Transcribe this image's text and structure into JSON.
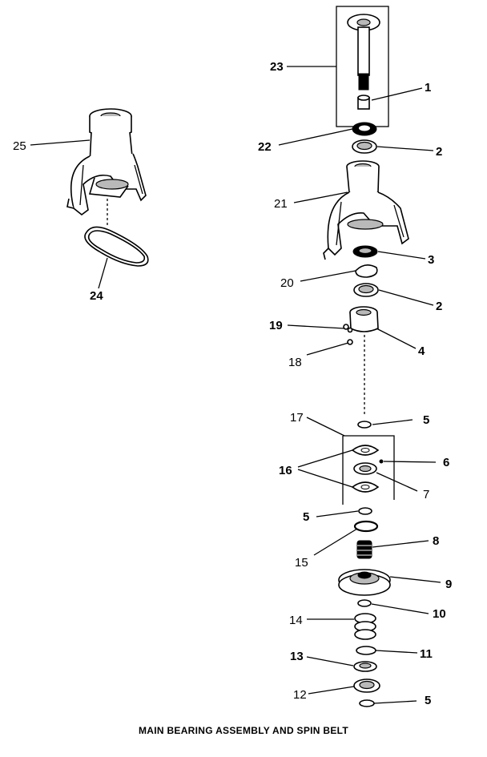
{
  "caption": "MAIN BEARING ASSEMBLY AND SPIN BELT",
  "callouts": {
    "c1": "1",
    "c2a": "2",
    "c2b": "2",
    "c3": "3",
    "c4": "4",
    "c5a": "5",
    "c5b": "5",
    "c5c": "5",
    "c6": "6",
    "c7": "7",
    "c8": "8",
    "c9": "9",
    "c10": "10",
    "c11": "11",
    "c12": "12",
    "c13": "13",
    "c14": "14",
    "c15": "15",
    "c16": "16",
    "c17": "17",
    "c18": "18",
    "c19": "19",
    "c20": "20",
    "c21": "21",
    "c22": "22",
    "c23": "23",
    "c24": "24",
    "c25": "25"
  }
}
